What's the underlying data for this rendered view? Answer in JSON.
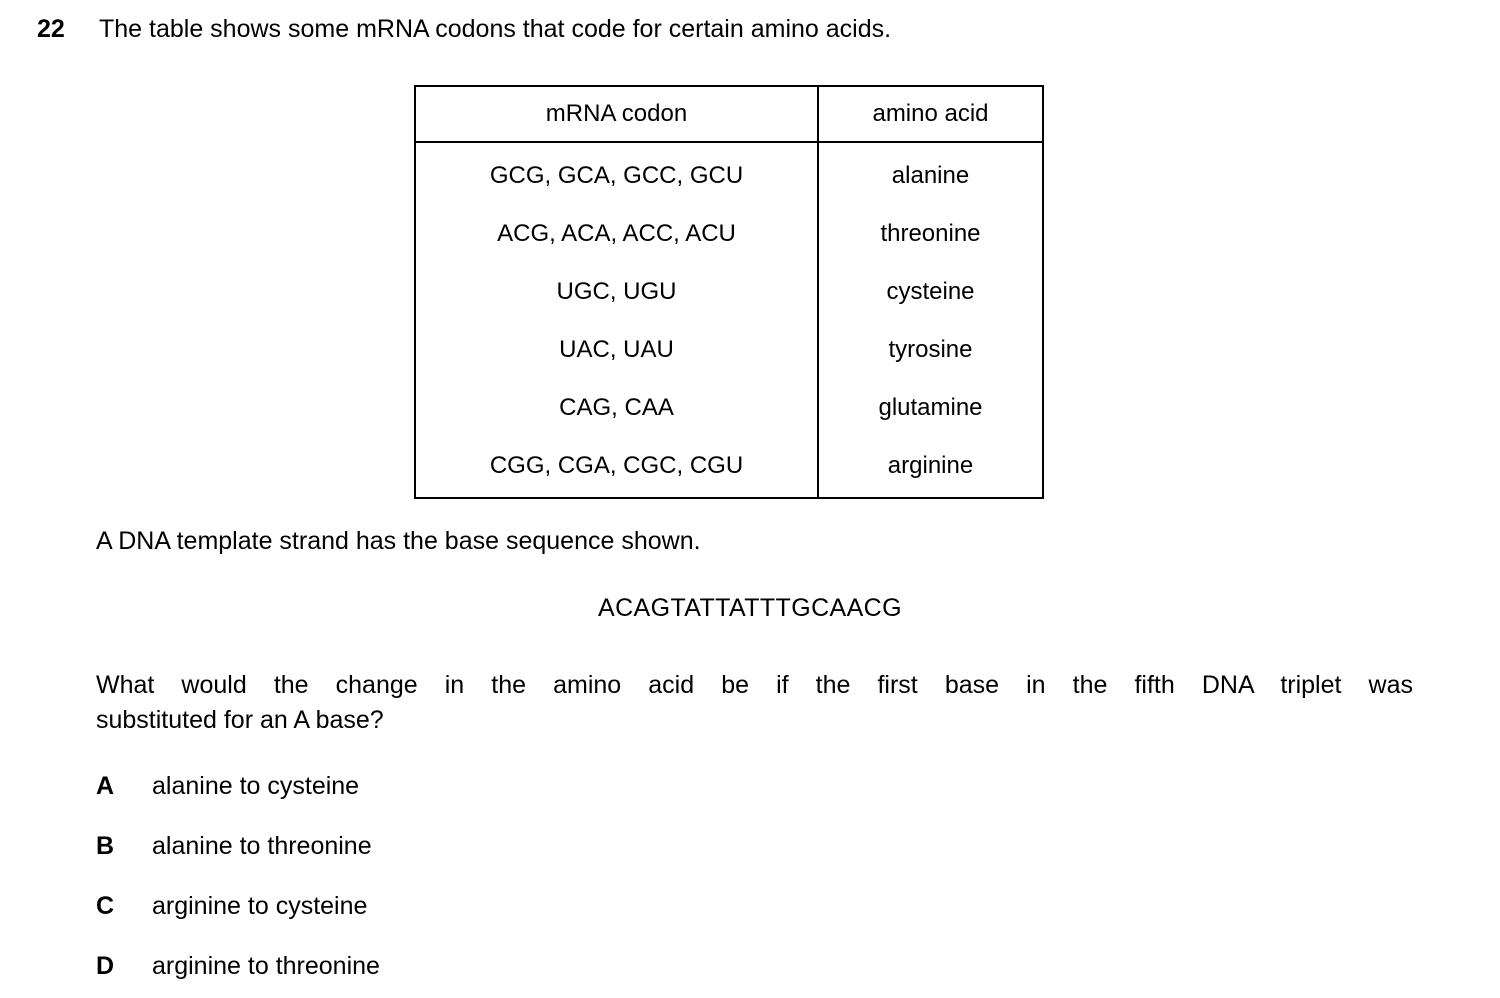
{
  "question": {
    "number": "22",
    "stem": "The table shows some mRNA codons that code for certain amino acids.",
    "intro": "A DNA template strand has the base sequence shown.",
    "sequence": "ACAGTATTATTTGCAACG",
    "prompt_line1": "What would the change in the amino acid be if the first base in the fifth DNA triplet was",
    "prompt_line2": "substituted for an A base?"
  },
  "table": {
    "headers": {
      "codon": "mRNA codon",
      "amino": "amino acid"
    },
    "rows": [
      {
        "codon": "GCG, GCA, GCC, GCU",
        "amino": "alanine"
      },
      {
        "codon": "ACG, ACA, ACC, ACU",
        "amino": "threonine"
      },
      {
        "codon": "UGC, UGU",
        "amino": "cysteine"
      },
      {
        "codon": "UAC, UAU",
        "amino": "tyrosine"
      },
      {
        "codon": "CAG, CAA",
        "amino": "glutamine"
      },
      {
        "codon": "CGG, CGA, CGC, CGU",
        "amino": "arginine"
      }
    ]
  },
  "options": [
    {
      "letter": "A",
      "label": "alanine to cysteine"
    },
    {
      "letter": "B",
      "label": "alanine to threonine"
    },
    {
      "letter": "C",
      "label": "arginine to cysteine"
    },
    {
      "letter": "D",
      "label": "arginine to threonine"
    }
  ],
  "colors": {
    "page_background": "#ffffff",
    "text": "#000000",
    "table_border": "#000000"
  }
}
